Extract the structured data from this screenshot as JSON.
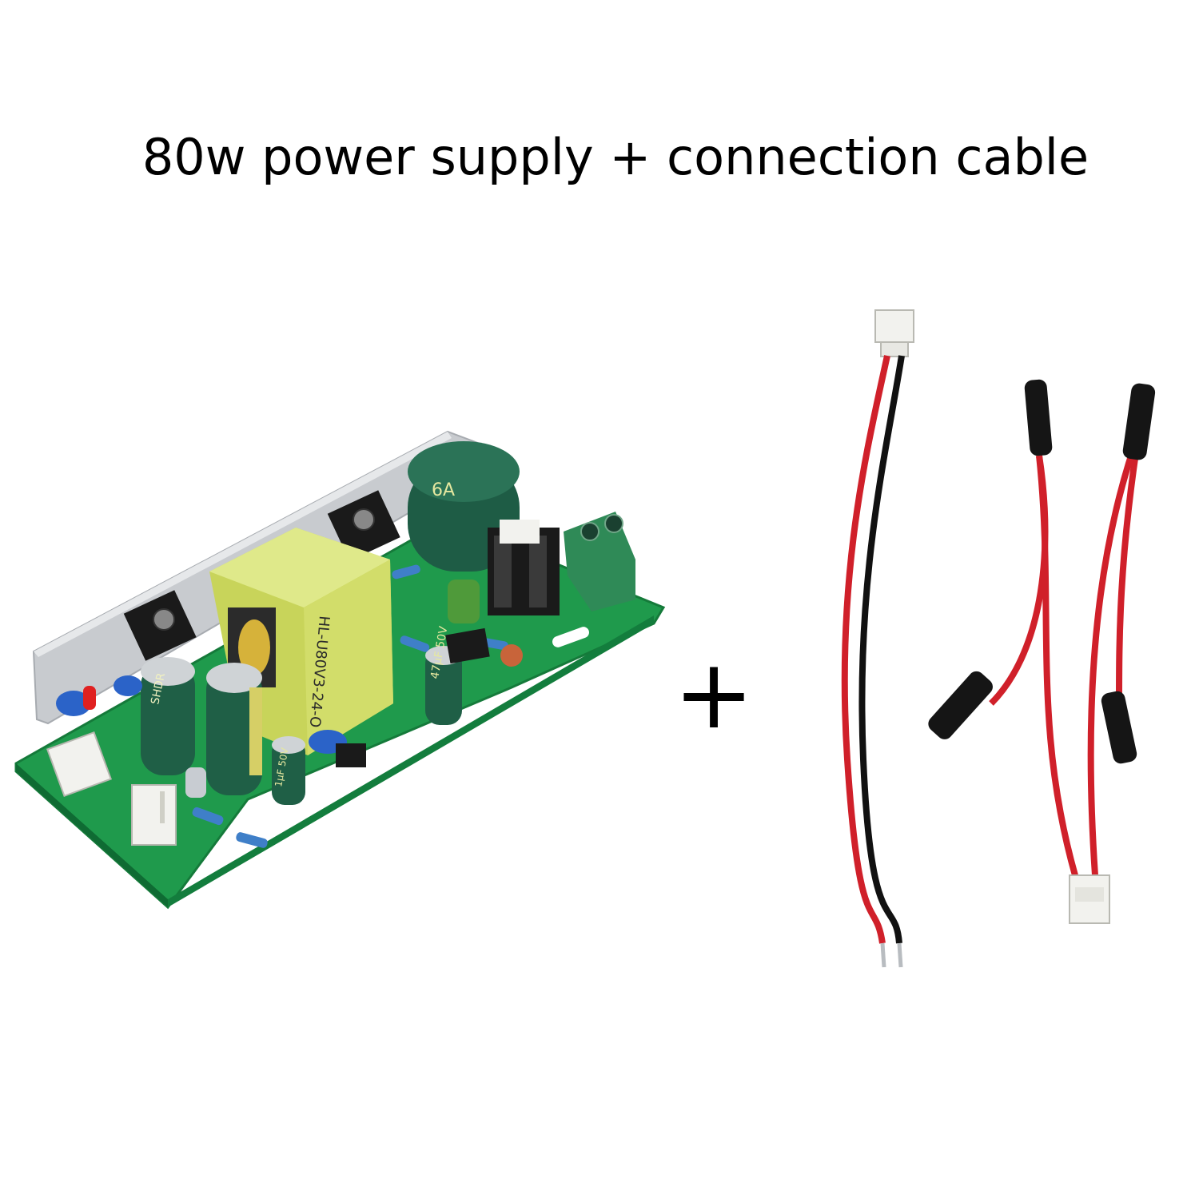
{
  "title": "80w power supply + connection cable",
  "plus_sign": "+",
  "colors": {
    "background": "#ffffff",
    "pcb_green": "#1f9a4c",
    "heatsink_silver": "#c9ccd0",
    "transformer_yellow": "#d7e36a",
    "capacitor_green": "#1f5f46",
    "wire_red": "#d0202a",
    "wire_black": "#111111",
    "connector_white": "#f2f2ee",
    "terminal_green": "#2f8a57"
  },
  "pcb_markings": {
    "transformer": "HL-U80V3-24-O",
    "cap_large": "6A",
    "cap_small": "47μF 50V",
    "cap_tiny": "1μF 50V",
    "brand": "SHDR"
  }
}
